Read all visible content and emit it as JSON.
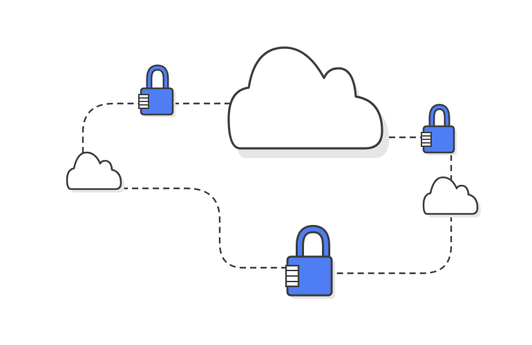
{
  "diagram": {
    "nodes": [
      {
        "id": "cloud-main",
        "kind": "cloud"
      },
      {
        "id": "cloud-left",
        "kind": "cloud"
      },
      {
        "id": "cloud-right",
        "kind": "cloud"
      },
      {
        "id": "lock-top-left",
        "kind": "padlock"
      },
      {
        "id": "lock-right",
        "kind": "padlock"
      },
      {
        "id": "lock-bottom",
        "kind": "padlock"
      }
    ],
    "connections": [
      {
        "from": "cloud-left",
        "via": "lock-top-left",
        "to": "cloud-main"
      },
      {
        "from": "cloud-main",
        "via": "lock-right",
        "to": "cloud-right"
      },
      {
        "from": "cloud-right",
        "via": "lock-bottom",
        "to": "cloud-left"
      }
    ]
  },
  "colors": {
    "outline": "#3b3d40",
    "lock_body": "#4f7df3",
    "cloud_fill": "#ffffff",
    "shadow": "#e6e6e6",
    "background": "#ffffff"
  },
  "icons": [
    "cloud-icon",
    "padlock-icon"
  ]
}
